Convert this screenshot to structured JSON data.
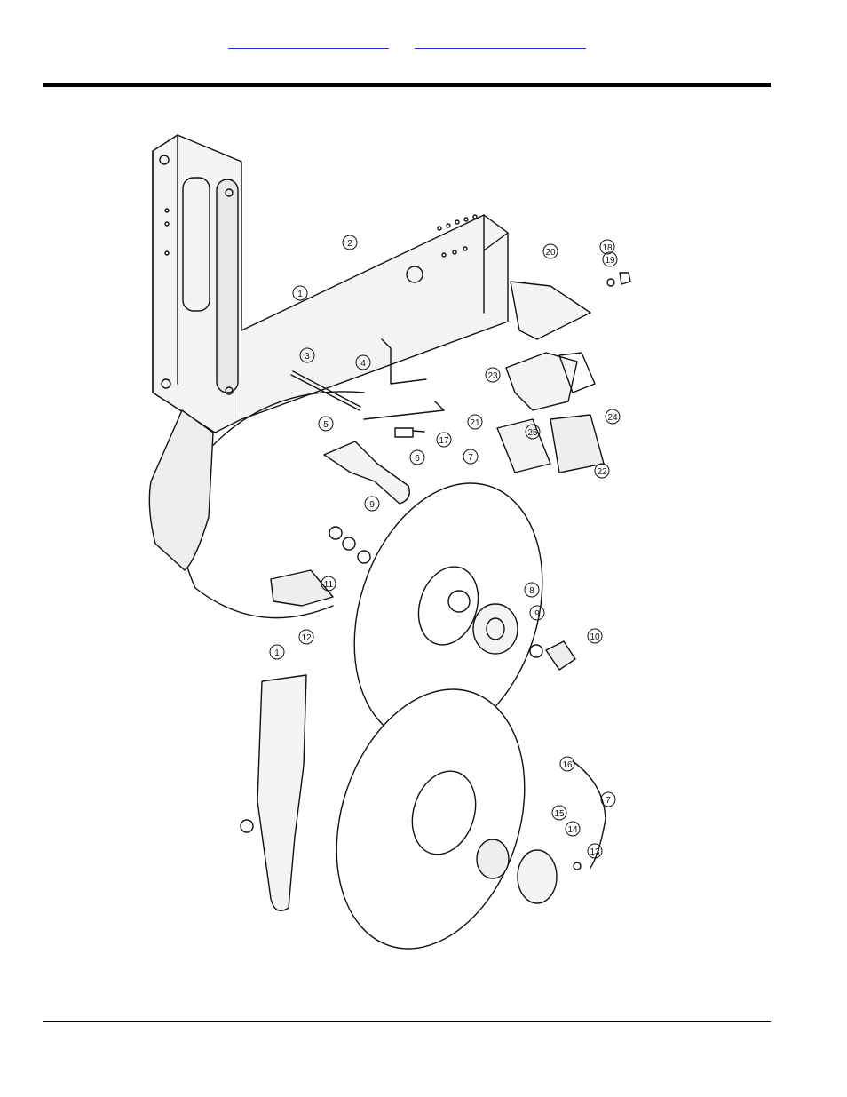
{
  "header": {
    "links": [
      {
        "label": ""
      },
      {
        "label": ""
      }
    ]
  },
  "diagram": {
    "callouts": [
      "1",
      "2",
      "3",
      "4",
      "5",
      "6",
      "7",
      "8",
      "9",
      "10",
      "11",
      "12",
      "13",
      "14",
      "15",
      "16",
      "17",
      "18",
      "19",
      "20",
      "21",
      "22",
      "23",
      "24",
      "25"
    ]
  }
}
